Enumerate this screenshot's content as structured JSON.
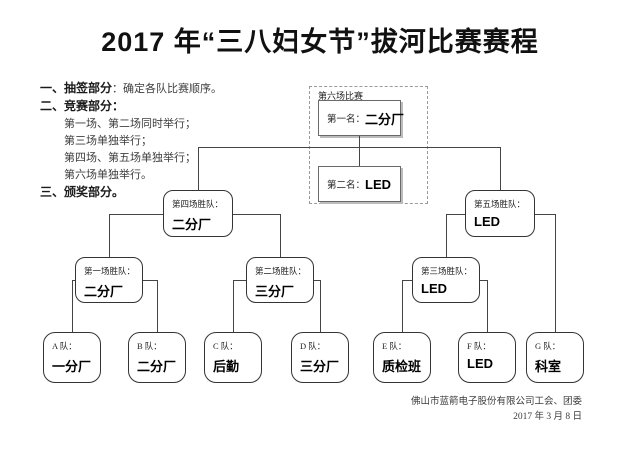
{
  "title": "2017 年“三八妇女节”拔河比赛赛程",
  "notes": {
    "item1_label": "一、抽签部分",
    "item1_text": "：确定各队比赛顺序。",
    "item2_label": "二、竞赛部分：",
    "item2_sub": [
      "第一场、第二场同时举行；",
      "第三场单独举行；",
      "第四场、第五场单独举行；",
      "第六场单独举行。"
    ],
    "item3_label": "三、颁奖部分。"
  },
  "bracket": {
    "final": {
      "group_label": "第六场比赛",
      "first": {
        "label": "第一名：",
        "name": "二分厂"
      },
      "second": {
        "label": "第二名：",
        "name": "LED"
      }
    },
    "semifinals": [
      {
        "label": "第四场胜队：",
        "name": "二分厂"
      },
      {
        "label": "第五场胜队：",
        "name": "LED"
      }
    ],
    "quarterfinals": [
      {
        "label": "第一场胜队：",
        "name": "二分厂"
      },
      {
        "label": "第二场胜队：",
        "name": "三分厂"
      },
      {
        "label": "第三场胜队：",
        "name": "LED"
      }
    ],
    "teams": [
      {
        "label": "A 队：",
        "name": "一分厂"
      },
      {
        "label": "B 队：",
        "name": "二分厂"
      },
      {
        "label": "C 队：",
        "name": "后勤"
      },
      {
        "label": "D 队：",
        "name": "三分厂"
      },
      {
        "label": "E 队：",
        "name": "质检班"
      },
      {
        "label": "F 队：",
        "name": "LED"
      },
      {
        "label": "G 队：",
        "name": "科室"
      }
    ]
  },
  "footer": {
    "organizer": "佛山市蓝箭电子股份有限公司工会、团委",
    "date": "2017 年 3 月 8 日"
  },
  "colors": {
    "line": "#454545",
    "box_border": "#343434",
    "dashed_border": "#9a9a9a",
    "shadow": "#bcbcbc"
  }
}
